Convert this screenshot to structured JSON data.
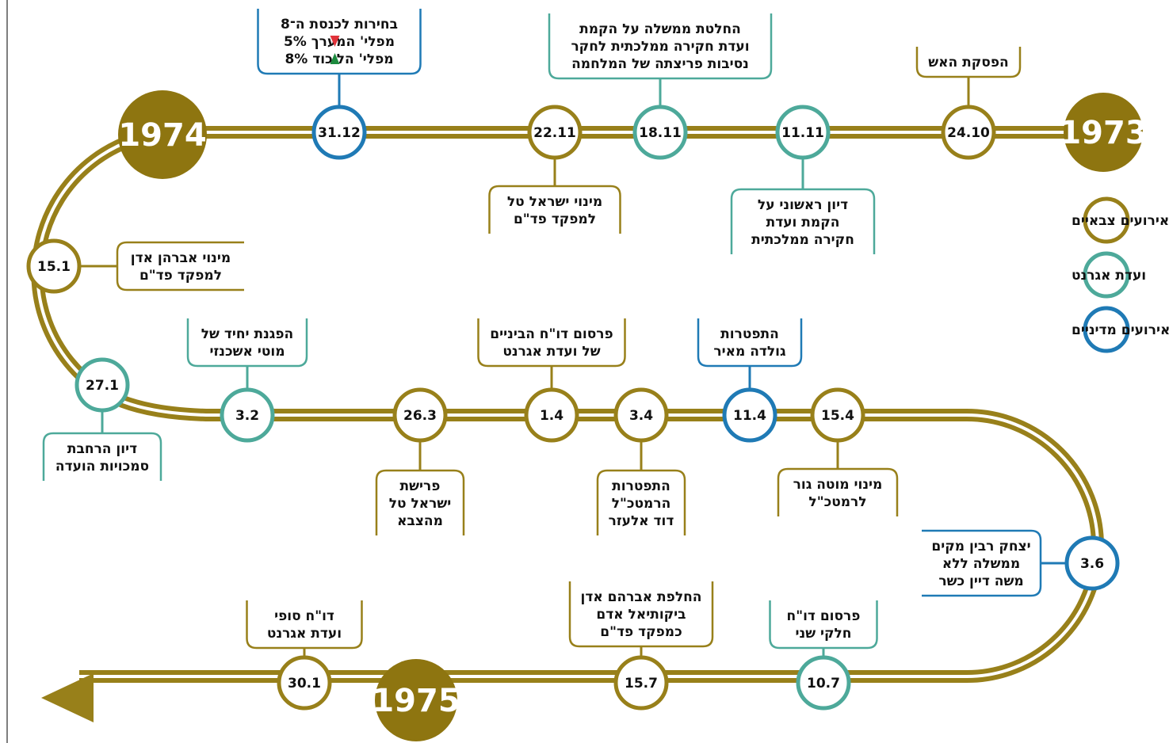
{
  "colors": {
    "military": "#98801a",
    "agranat": "#4da99a",
    "political": "#1f7ab5",
    "year_fill": "#8e7510",
    "arrow_down": "#e0323a",
    "arrow_up": "#1c8a3e"
  },
  "years": [
    "1973",
    "1974",
    "1975"
  ],
  "legend": [
    {
      "label": "אירועים צבאיים",
      "category": "military"
    },
    {
      "label": "ועדת אגרנט",
      "category": "agranat"
    },
    {
      "label": "אירועים מדיניים",
      "category": "political"
    }
  ],
  "events": [
    {
      "date": "24.10",
      "category": "military",
      "lines": [
        "הפסקת האש"
      ]
    },
    {
      "date": "11.11",
      "category": "agranat",
      "lines": [
        "דיון ראשוני על",
        "הקמת ועדת",
        "חקירה ממלכתית"
      ]
    },
    {
      "date": "18.11",
      "category": "agranat",
      "lines": [
        "החלטת ממשלה  על הקמת",
        "ועדת חקירה ממלכתית לחקר",
        "נסיבות פריצתה של המלחמה"
      ]
    },
    {
      "date": "22.11",
      "category": "military",
      "lines": [
        "מינוי ישראל טל",
        "למפקד פד\"ם"
      ]
    },
    {
      "date": "31.12",
      "category": "political",
      "lines": [
        "בחירות לכנסת ה־8",
        "מפלי' המערך 5%",
        "מפלי' הליכוד 8%"
      ]
    },
    {
      "date": "15.1",
      "category": "military",
      "lines": [
        "מינוי אברהן אדן",
        "למפקד פד\"ם"
      ]
    },
    {
      "date": "27.1",
      "category": "agranat",
      "lines": [
        "דיון הרחבת",
        "סמכויות הועדה"
      ]
    },
    {
      "date": "3.2",
      "category": "agranat",
      "lines": [
        "הפגנת יחיד של",
        "מוטי אשכנזי"
      ]
    },
    {
      "date": "26.3",
      "category": "military",
      "lines": [
        "פרישת",
        "ישראל טל",
        "מהצבא"
      ]
    },
    {
      "date": "1.4",
      "category": "military",
      "lines": [
        "פרסום דו\"ח הביניים",
        "של ועדת אגרנט"
      ]
    },
    {
      "date": "3.4",
      "category": "military",
      "lines": [
        "התפטרות",
        "הרמטכ\"ל",
        "דוד אלעזר"
      ]
    },
    {
      "date": "11.4",
      "category": "political",
      "lines": [
        "התפטרות",
        "גולדה מאיר"
      ]
    },
    {
      "date": "15.4",
      "category": "military",
      "lines": [
        "מינוי מוטה גור",
        "לרמטכ\"ל"
      ]
    },
    {
      "date": "3.6",
      "category": "political",
      "lines": [
        "יצחק רבין מקים",
        "ממשלה ללא",
        "משה דיין כשר"
      ]
    },
    {
      "date": "10.7",
      "category": "agranat",
      "lines": [
        "פרסום דו\"ח",
        "חלקי שני"
      ]
    },
    {
      "date": "15.7",
      "category": "military",
      "lines": [
        "החלפת אברהם אדן",
        "ביקותיאל אדם",
        "כמפקד פד\"ם"
      ]
    },
    {
      "date": "30.1",
      "category": "military",
      "lines": [
        "דו\"ח סופי",
        "ועדת אגרנט"
      ]
    }
  ]
}
